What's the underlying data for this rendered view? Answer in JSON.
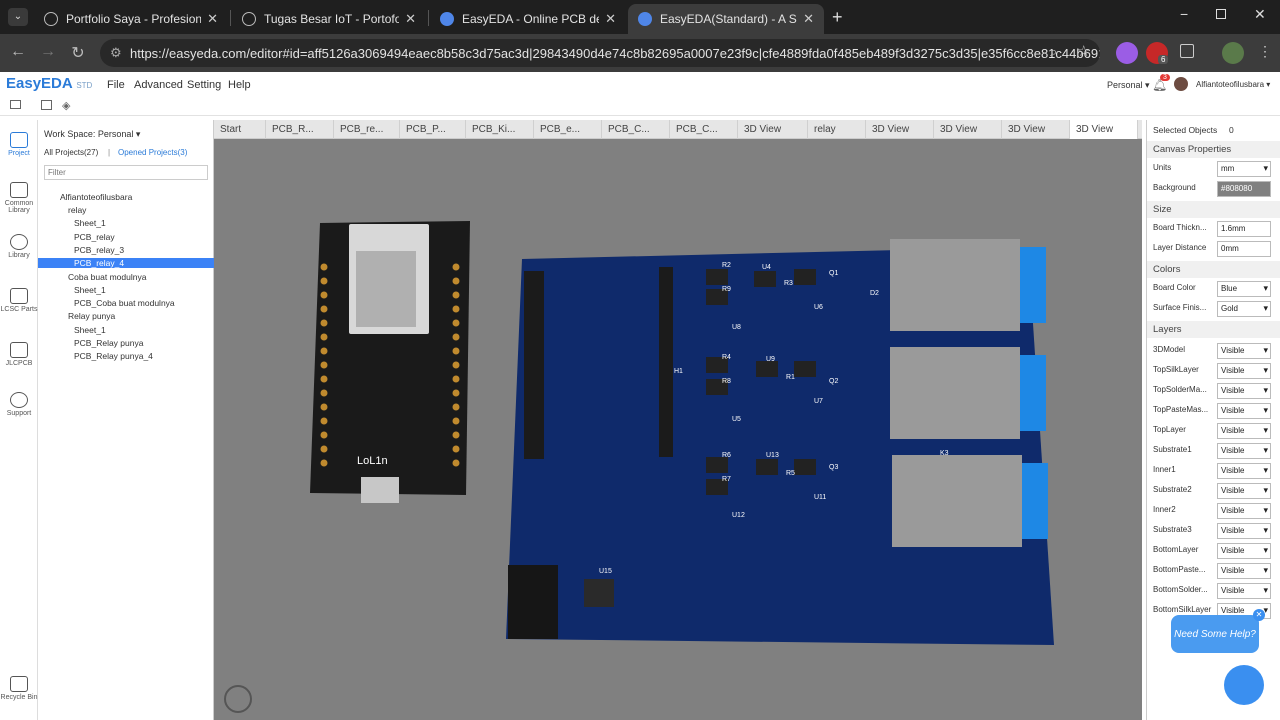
{
  "browser": {
    "tabs": [
      {
        "title": "Portfolio Saya - Profesional Cre",
        "active": false
      },
      {
        "title": "Tugas Besar IoT - Portofolio",
        "active": false
      },
      {
        "title": "EasyEDA - Online PCB design &",
        "active": false
      },
      {
        "title": "EasyEDA(Standard) - A Simple a",
        "active": true
      }
    ],
    "url": "https://easyeda.com/editor#id=aff5126a3069494eaec8b58c3d75ac3d|29843490d4e74c8b82695a0007e23f9c|cfe4889fda0f485eb489f3d3275c3d35|e35f6cc8e81c44b6914befb6...",
    "ext_badge": "6"
  },
  "app": {
    "logo": "EasyEDA",
    "logo_sub": "STD",
    "menus": [
      "File",
      "Advanced",
      "Setting",
      "Help"
    ],
    "account": "Personal",
    "notif_count": "3",
    "user": "Alfiantoteofilusbara"
  },
  "rail": [
    "Project",
    "Common Library",
    "Library",
    "LCSC Parts",
    "JLCPCB",
    "Support",
    "Recycle Bin"
  ],
  "panel": {
    "workspace": "Work Space: Personal",
    "all_projects": "All Projects(27)",
    "sep": "|",
    "opened_projects": "Opened Projects(3)",
    "filter_placeholder": "Filter",
    "tree": [
      {
        "label": "Alfiantoteofilusbara",
        "level": 0
      },
      {
        "label": "relay",
        "level": 1
      },
      {
        "label": "Sheet_1",
        "level": 2
      },
      {
        "label": "PCB_relay",
        "level": 2
      },
      {
        "label": "PCB_relay_3",
        "level": 2
      },
      {
        "label": "PCB_relay_4",
        "level": 2,
        "selected": true
      },
      {
        "label": "Coba buat modulnya",
        "level": 1
      },
      {
        "label": "Sheet_1",
        "level": 2
      },
      {
        "label": "PCB_Coba buat modulnya",
        "level": 2
      },
      {
        "label": "Relay punya",
        "level": 1
      },
      {
        "label": "Sheet_1",
        "level": 2
      },
      {
        "label": "PCB_Relay punya",
        "level": 2
      },
      {
        "label": "PCB_Relay punya_4",
        "level": 2
      }
    ]
  },
  "doc_tabs": [
    "Start",
    "PCB_R...",
    "PCB_re...",
    "PCB_P...",
    "PCB_Ki...",
    "PCB_e...",
    "PCB_C...",
    "PCB_C...",
    "3D View",
    "relay",
    "3D View",
    "3D View",
    "3D View",
    "3D View"
  ],
  "pcb_labels": [
    "R2",
    "U4",
    "R3",
    "R9",
    "U8",
    "D2",
    "Q1",
    "U6",
    "R4",
    "U9",
    "R1",
    "R8",
    "U5",
    "Q2",
    "U7",
    "R6",
    "U13",
    "R5",
    "R7",
    "U12",
    "Q3",
    "U11",
    "K3",
    "U15",
    "H1"
  ],
  "module_label": "LoL1n",
  "right_panel": {
    "selected_objects_label": "Selected Objects",
    "selected_objects_value": "0",
    "canvas_properties": "Canvas Properties",
    "units_label": "Units",
    "units_value": "mm",
    "background_label": "Background",
    "background_value": "#808080",
    "size_head": "Size",
    "thickness_label": "Board Thickn...",
    "thickness_value": "1.6mm",
    "layer_distance_label": "Layer Distance",
    "layer_distance_value": "0mm",
    "colors_head": "Colors",
    "board_color_label": "Board Color",
    "board_color_value": "Blue",
    "surface_label": "Surface Finis...",
    "surface_value": "Gold",
    "layers_head": "Layers",
    "layers": [
      {
        "name": "3DModel",
        "value": "Visible"
      },
      {
        "name": "TopSilkLayer",
        "value": "Visible"
      },
      {
        "name": "TopSolderMa...",
        "value": "Visible"
      },
      {
        "name": "TopPasteMas...",
        "value": "Visible"
      },
      {
        "name": "TopLayer",
        "value": "Visible"
      },
      {
        "name": "Substrate1",
        "value": "Visible"
      },
      {
        "name": "Inner1",
        "value": "Visible"
      },
      {
        "name": "Substrate2",
        "value": "Visible"
      },
      {
        "name": "Inner2",
        "value": "Visible"
      },
      {
        "name": "Substrate3",
        "value": "Visible"
      },
      {
        "name": "BottomLayer",
        "value": "Visible"
      },
      {
        "name": "BottomPaste...",
        "value": "Visible"
      },
      {
        "name": "BottomSolder...",
        "value": "Visible"
      },
      {
        "name": "BottomSilkLayer",
        "value": "Visible"
      }
    ]
  },
  "help_bubble": "Need Some Help?",
  "colors": {
    "board": "#0f2a6b",
    "canvas": "#808080",
    "accent": "#3b82f6"
  }
}
